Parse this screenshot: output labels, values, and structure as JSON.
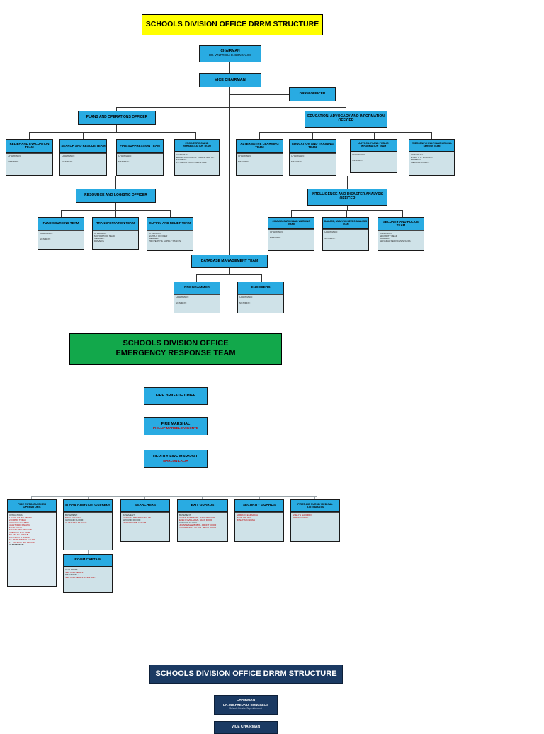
{
  "document": {
    "title": "Schools Division Office DRRM Structure",
    "colors": {
      "header_yellow": "#ffff00",
      "header_green": "#12a84b",
      "header_navy": "#1b3a63",
      "node_blue": "#29abe2",
      "node_body": "#cfe2e8",
      "name_red": "#c00000"
    }
  },
  "chart1": {
    "banner": "SCHOOLS DIVISION OFFICE DRRM STRUCTURE",
    "chairman": {
      "title": "CHAIRMAN",
      "name": "DR. WILFREDA D. BONGALOS"
    },
    "vice_chairman": {
      "title": "VICE CHAIRMAN"
    },
    "drrm_officer": {
      "title": "DRRM OFFICER"
    },
    "plans_officer": {
      "title": "PLANS AND OPERATIONS OFFICER"
    },
    "education_officer": {
      "title": "EDUCATION, ADVOCACY AND INFORMATION OFFICER"
    },
    "resource_officer": {
      "title": "RESOURCE AND LOGISTIC OFFICER"
    },
    "intelligence_officer": {
      "title": "INTELLIGENCE AND DISASTER ANALYSIS OFFICER"
    },
    "database_team": {
      "title": "DATABASE MANAGEMENT TEAM"
    },
    "teams_row1": [
      {
        "title": "RELIEF AND EVACUATION TEAM",
        "lines": [
          "CHAIRMAN:",
          "",
          "MEMBER:"
        ]
      },
      {
        "title": "SEARCH AND RESCUE TEAM",
        "lines": [
          "CHAIRMAN:",
          "",
          "MEMBER:"
        ]
      },
      {
        "title": "FIRE SUPPRESSION TEAM",
        "lines": [
          "CHAIRMAN:",
          "",
          "MEMBER:"
        ]
      },
      {
        "title": "ENGINEERING AND REHABILITATION TEAM",
        "lines": [
          "CHAIRMAN:",
          "ENGR. DOMINGO L. LABASTIDA, JR.",
          "MEMBER:",
          "PHYSICAL FACILITIES STAFF"
        ]
      }
    ],
    "teams_row1_right": [
      {
        "title": "ALTERNATIVE LEARNING TEAM",
        "lines": [
          "CHAIRMAN:",
          "",
          "MEMBER:"
        ]
      },
      {
        "title": "EDUCATION AND TRAINING TEAM",
        "lines": [
          "CHAIRMAN:",
          "",
          "MEMBER:"
        ]
      },
      {
        "title": "ADVOCACY AND PUBLIC INFORMATION TEAM",
        "lines": [
          "CHAIRMAN:",
          "",
          "MEMBER:"
        ]
      },
      {
        "title": "EMERGENCY HEALTH AND MEDICAL SERVICE TEAM",
        "lines": [
          "CHAIRMAN:",
          "EVELYN C. MURILLO",
          "MEMBER:",
          "MEDICAL STAFFS"
        ]
      }
    ],
    "teams_row2": [
      {
        "title": "FUND SOURCING TEAM",
        "lines": [
          "CHAIRMAN:",
          "",
          "MEMBER:"
        ]
      },
      {
        "title": "TRANSPORTATION TEAM",
        "lines": [
          "CHAIRMAN:",
          "MOTORPOOL HEAD",
          "MEMBER:",
          "DRIVERS"
        ]
      },
      {
        "title": "SUPPLY AND RELIEF TEAM",
        "lines": [
          "CHAIRMAN:",
          "SUPPLY OFFICER",
          "MEMBER:",
          "PROPERTY & SUPPLY STAFFS"
        ]
      }
    ],
    "teams_row2_right": [
      {
        "title": "COMMUNICATION AND WARNING TEAMS",
        "lines": [
          "CHAIRMAN:",
          "",
          "MEMBER:"
        ]
      },
      {
        "title": "DAMAGE, ANALYSIS NEEDS ANALYSIS TEAM",
        "lines": [
          "CHAIRMAN:",
          "",
          "MEMBER:"
        ]
      },
      {
        "title": "SECURITY AND POLICE TEAM",
        "lines": [
          "CHAIRMAN:",
          "SECURITY HEAD",
          "MEMBER:",
          "GENERAL SERVICES STAFFS"
        ]
      }
    ],
    "teams_row3": [
      {
        "title": "PROGRAMMER",
        "lines": [
          "CHAIRMAN:",
          "",
          "MEMBER:"
        ]
      },
      {
        "title": "ENCODERS",
        "lines": [
          "CHAIRMAN:",
          "",
          "MEMBER:"
        ]
      }
    ]
  },
  "chart2": {
    "banner_line1": "SCHOOLS DIVISION OFFICE",
    "banner_line2": "EMERGENCY RESPONSE TEAM",
    "fire_brigade_chief": {
      "title": "FIRE BRIGADE CHIEF"
    },
    "fire_marshal": {
      "title": "FIRE MARSHAL",
      "name": "PHILLIP MARCELO VIGONTE"
    },
    "deputy_fire_marshal": {
      "title": "DEPUTY FIRE MARSHAL",
      "name": "MARLON LACIA"
    },
    "extinguisher": {
      "title": "FIRE EXTINGUISHER OPERATORS",
      "label": "OPERATORS:",
      "names": [
        "1. NEIL JOHN LABUAN",
        "2. FIRMO TURAC",
        "3. REYNALD CABIN",
        "4. ANTONIO PALANG",
        "5. IAN ALCALA",
        "6. MARLON LONGSON",
        "7. BYRON FULLANTE",
        "8. LEMUEL UNGAB",
        "9. MARCELO BARON",
        "10. BERNARDINO ALEJOS",
        "11. FRANCIS MELENCION"
      ],
      "footer": "ALTERNATES:"
    },
    "floor_captains": {
      "title": "FLOOR CAPTAINS/ WARDENS",
      "lines": [
        {
          "label": "BASEMENT:",
          "type": "label"
        },
        {
          "label": "NIÑO ARANZEZ",
          "type": "name"
        },
        {
          "label": "GROUND FLOOR:",
          "type": "label"
        },
        {
          "label": "ALLAN REY PADAMA",
          "type": "name"
        }
      ]
    },
    "room_captain": {
      "title": "ROOM CAPTAIN",
      "lines": [
        {
          "label": "IN-CHARGE:",
          "type": "label"
        },
        {
          "label": "SECTION HEADS",
          "type": "name"
        },
        {
          "label": "ASSISTANT :",
          "type": "label"
        },
        {
          "label": "SECTION HEADS ASSISTANT",
          "type": "name"
        }
      ]
    },
    "searchers": {
      "title": "SEARCHERS",
      "lines": [
        {
          "label": "BASEMENT:",
          "type": "label"
        },
        {
          "label": "MARILYN JENNIFER TALAN",
          "type": "name"
        },
        {
          "label": "GROUND FLOOR:",
          "type": "label"
        },
        {
          "label": "MERCEDES B. UNGAB",
          "type": "name"
        }
      ]
    },
    "exit_guards": {
      "title": "EXIT GUARDS",
      "lines": [
        {
          "label": "BASEMENT:",
          "type": "label"
        },
        {
          "label": "HELEN NAMINDITE - FRONT DOOR",
          "type": "name"
        },
        {
          "label": "EVELYN VILLAFAZ - BACK DOOR",
          "type": "name"
        },
        {
          "label": "GROUND FLOOR:",
          "type": "label"
        },
        {
          "label": "JOANNE MAE BOBIS - FRONT DOOR",
          "type": "name"
        },
        {
          "label": "ANTONIETTA LAGARA - BACK DOOR",
          "type": "name"
        }
      ]
    },
    "security_guards": {
      "title": "SECURITY GUARDS",
      "lines": [
        {
          "label": "EFRENIO ESPARCIA",
          "type": "name"
        },
        {
          "label": "ISAIR CRUZO",
          "type": "name"
        },
        {
          "label": "JONATHAN SUAN",
          "type": "name"
        }
      ]
    },
    "first_aid": {
      "title": "FIRST AID NURSE/ MEDICAL ATTENDANTS",
      "lines": [
        {
          "label": "EVELYN NAVARRO",
          "type": "name"
        },
        {
          "label": "DEPED NURSE",
          "type": "name"
        }
      ]
    }
  },
  "chart3": {
    "banner": "SCHOOLS DIVISION OFFICE DRRM STRUCTURE",
    "chairman": {
      "title": "CHAIRMAN",
      "name": "DR. WILFREDA D. BONGALOS",
      "role": "Schools Division Superintendent"
    },
    "vice_chairman": {
      "title": "VICE CHAIRMAN"
    }
  }
}
